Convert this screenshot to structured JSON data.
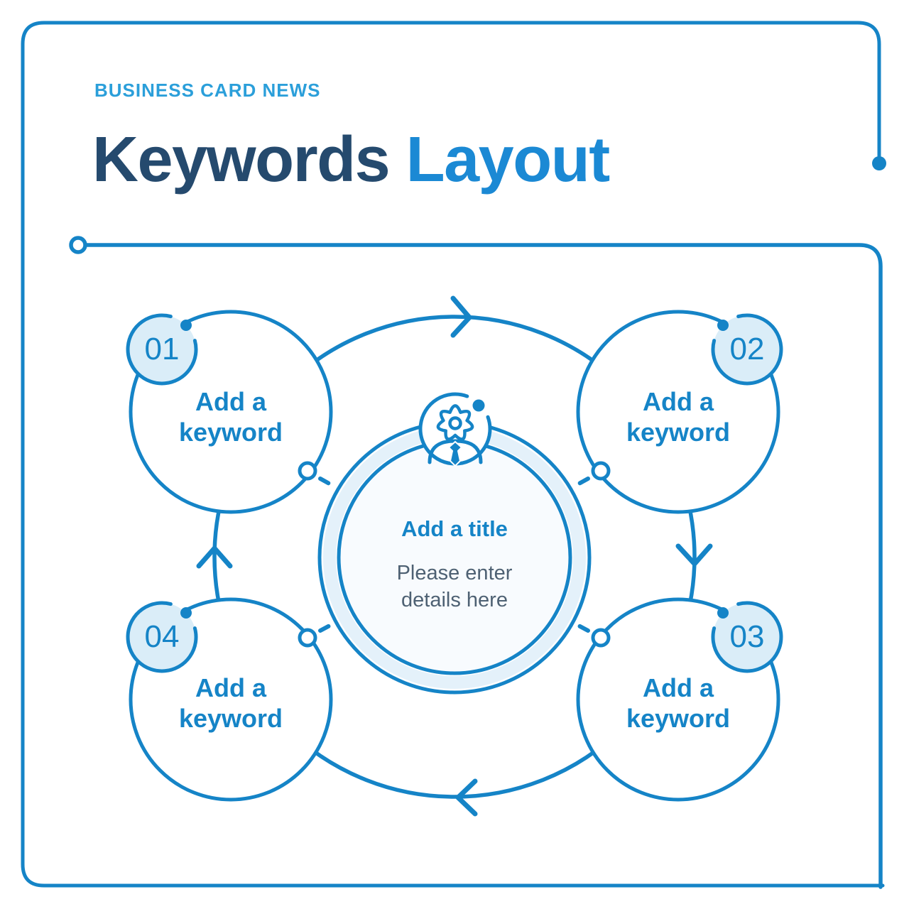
{
  "header": {
    "eyebrow": "BUSINESS CARD NEWS",
    "title": {
      "primary": "Keywords",
      "accent": "Layout"
    }
  },
  "diagram": {
    "center": {
      "title": "Add a title",
      "subtitle": "Please enter details here",
      "icon": "person-gear-icon"
    },
    "nodes": [
      {
        "number": "01",
        "label": "Add a keyword",
        "position": "top-left"
      },
      {
        "number": "02",
        "label": "Add a keyword",
        "position": "top-right"
      },
      {
        "number": "03",
        "label": "Add a keyword",
        "position": "bottom-right"
      },
      {
        "number": "04",
        "label": "Add a keyword",
        "position": "bottom-left"
      }
    ],
    "flow": "clockwise"
  },
  "colors": {
    "primary_blue": "#1584c7",
    "accent_blue": "#1b89d4",
    "eyebrow_blue": "#2b9fda",
    "navy": "#254a6e",
    "badge_fill": "#daedf8",
    "ring_band_fill": "#e4f1fa",
    "center_fill": "#f8fbfe",
    "subtitle_gray": "#4e6173"
  }
}
